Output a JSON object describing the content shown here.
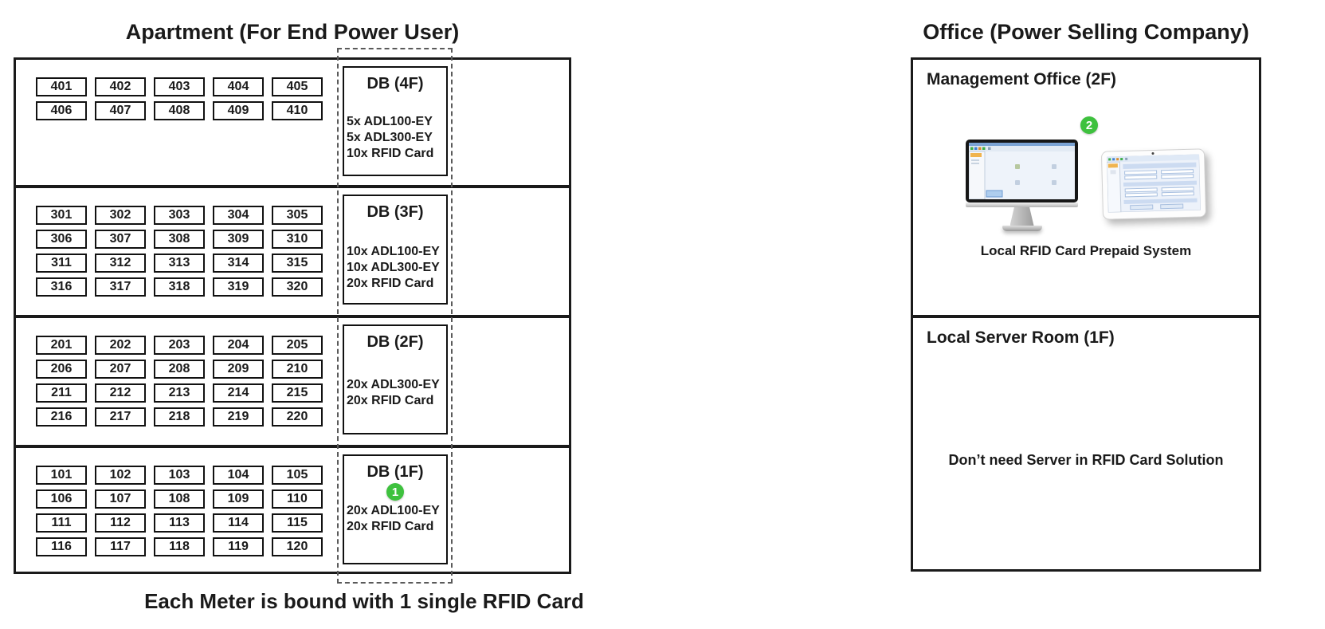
{
  "colors": {
    "badge_green": "#3ec13e",
    "line_black": "#1a1a1a"
  },
  "apartment": {
    "title": "Apartment (For End Power User)",
    "caption": "Each Meter is bound with 1 single RFID Card",
    "floors": [
      {
        "id": "4F",
        "db_title": "DB (4F)",
        "badge": "",
        "db_lines": [
          "5x ADL100-EY",
          "5x ADL300-EY",
          "10x RFID Card"
        ],
        "rooms": [
          "401",
          "402",
          "403",
          "404",
          "405",
          "406",
          "407",
          "408",
          "409",
          "410"
        ]
      },
      {
        "id": "3F",
        "db_title": "DB (3F)",
        "badge": "",
        "db_lines": [
          "10x ADL100-EY",
          "10x ADL300-EY",
          "20x RFID Card"
        ],
        "rooms": [
          "301",
          "302",
          "303",
          "304",
          "305",
          "306",
          "307",
          "308",
          "309",
          "310",
          "311",
          "312",
          "313",
          "314",
          "315",
          "316",
          "317",
          "318",
          "319",
          "320"
        ]
      },
      {
        "id": "2F",
        "db_title": "DB (2F)",
        "badge": "",
        "db_lines": [
          "20x ADL300-EY",
          "20x RFID Card"
        ],
        "rooms": [
          "201",
          "202",
          "203",
          "204",
          "205",
          "206",
          "207",
          "208",
          "209",
          "210",
          "211",
          "212",
          "213",
          "214",
          "215",
          "216",
          "217",
          "218",
          "219",
          "220"
        ]
      },
      {
        "id": "1F",
        "db_title": "DB (1F)",
        "badge": "1",
        "db_lines": [
          "20x ADL100-EY",
          "20x RFID Card"
        ],
        "rooms": [
          "101",
          "102",
          "103",
          "104",
          "105",
          "106",
          "107",
          "108",
          "109",
          "110",
          "111",
          "112",
          "113",
          "114",
          "115",
          "116",
          "117",
          "118",
          "119",
          "120"
        ]
      }
    ]
  },
  "office": {
    "title": "Office (Power Selling Company)",
    "management": {
      "heading": "Management Office (2F)",
      "badge": "2",
      "caption": "Local RFID Card Prepaid System",
      "devices": [
        "desktop-computer",
        "tablet"
      ]
    },
    "server_room": {
      "heading": "Local Server Room (1F)",
      "note": "Don’t need Server in RFID Card Solution"
    }
  }
}
